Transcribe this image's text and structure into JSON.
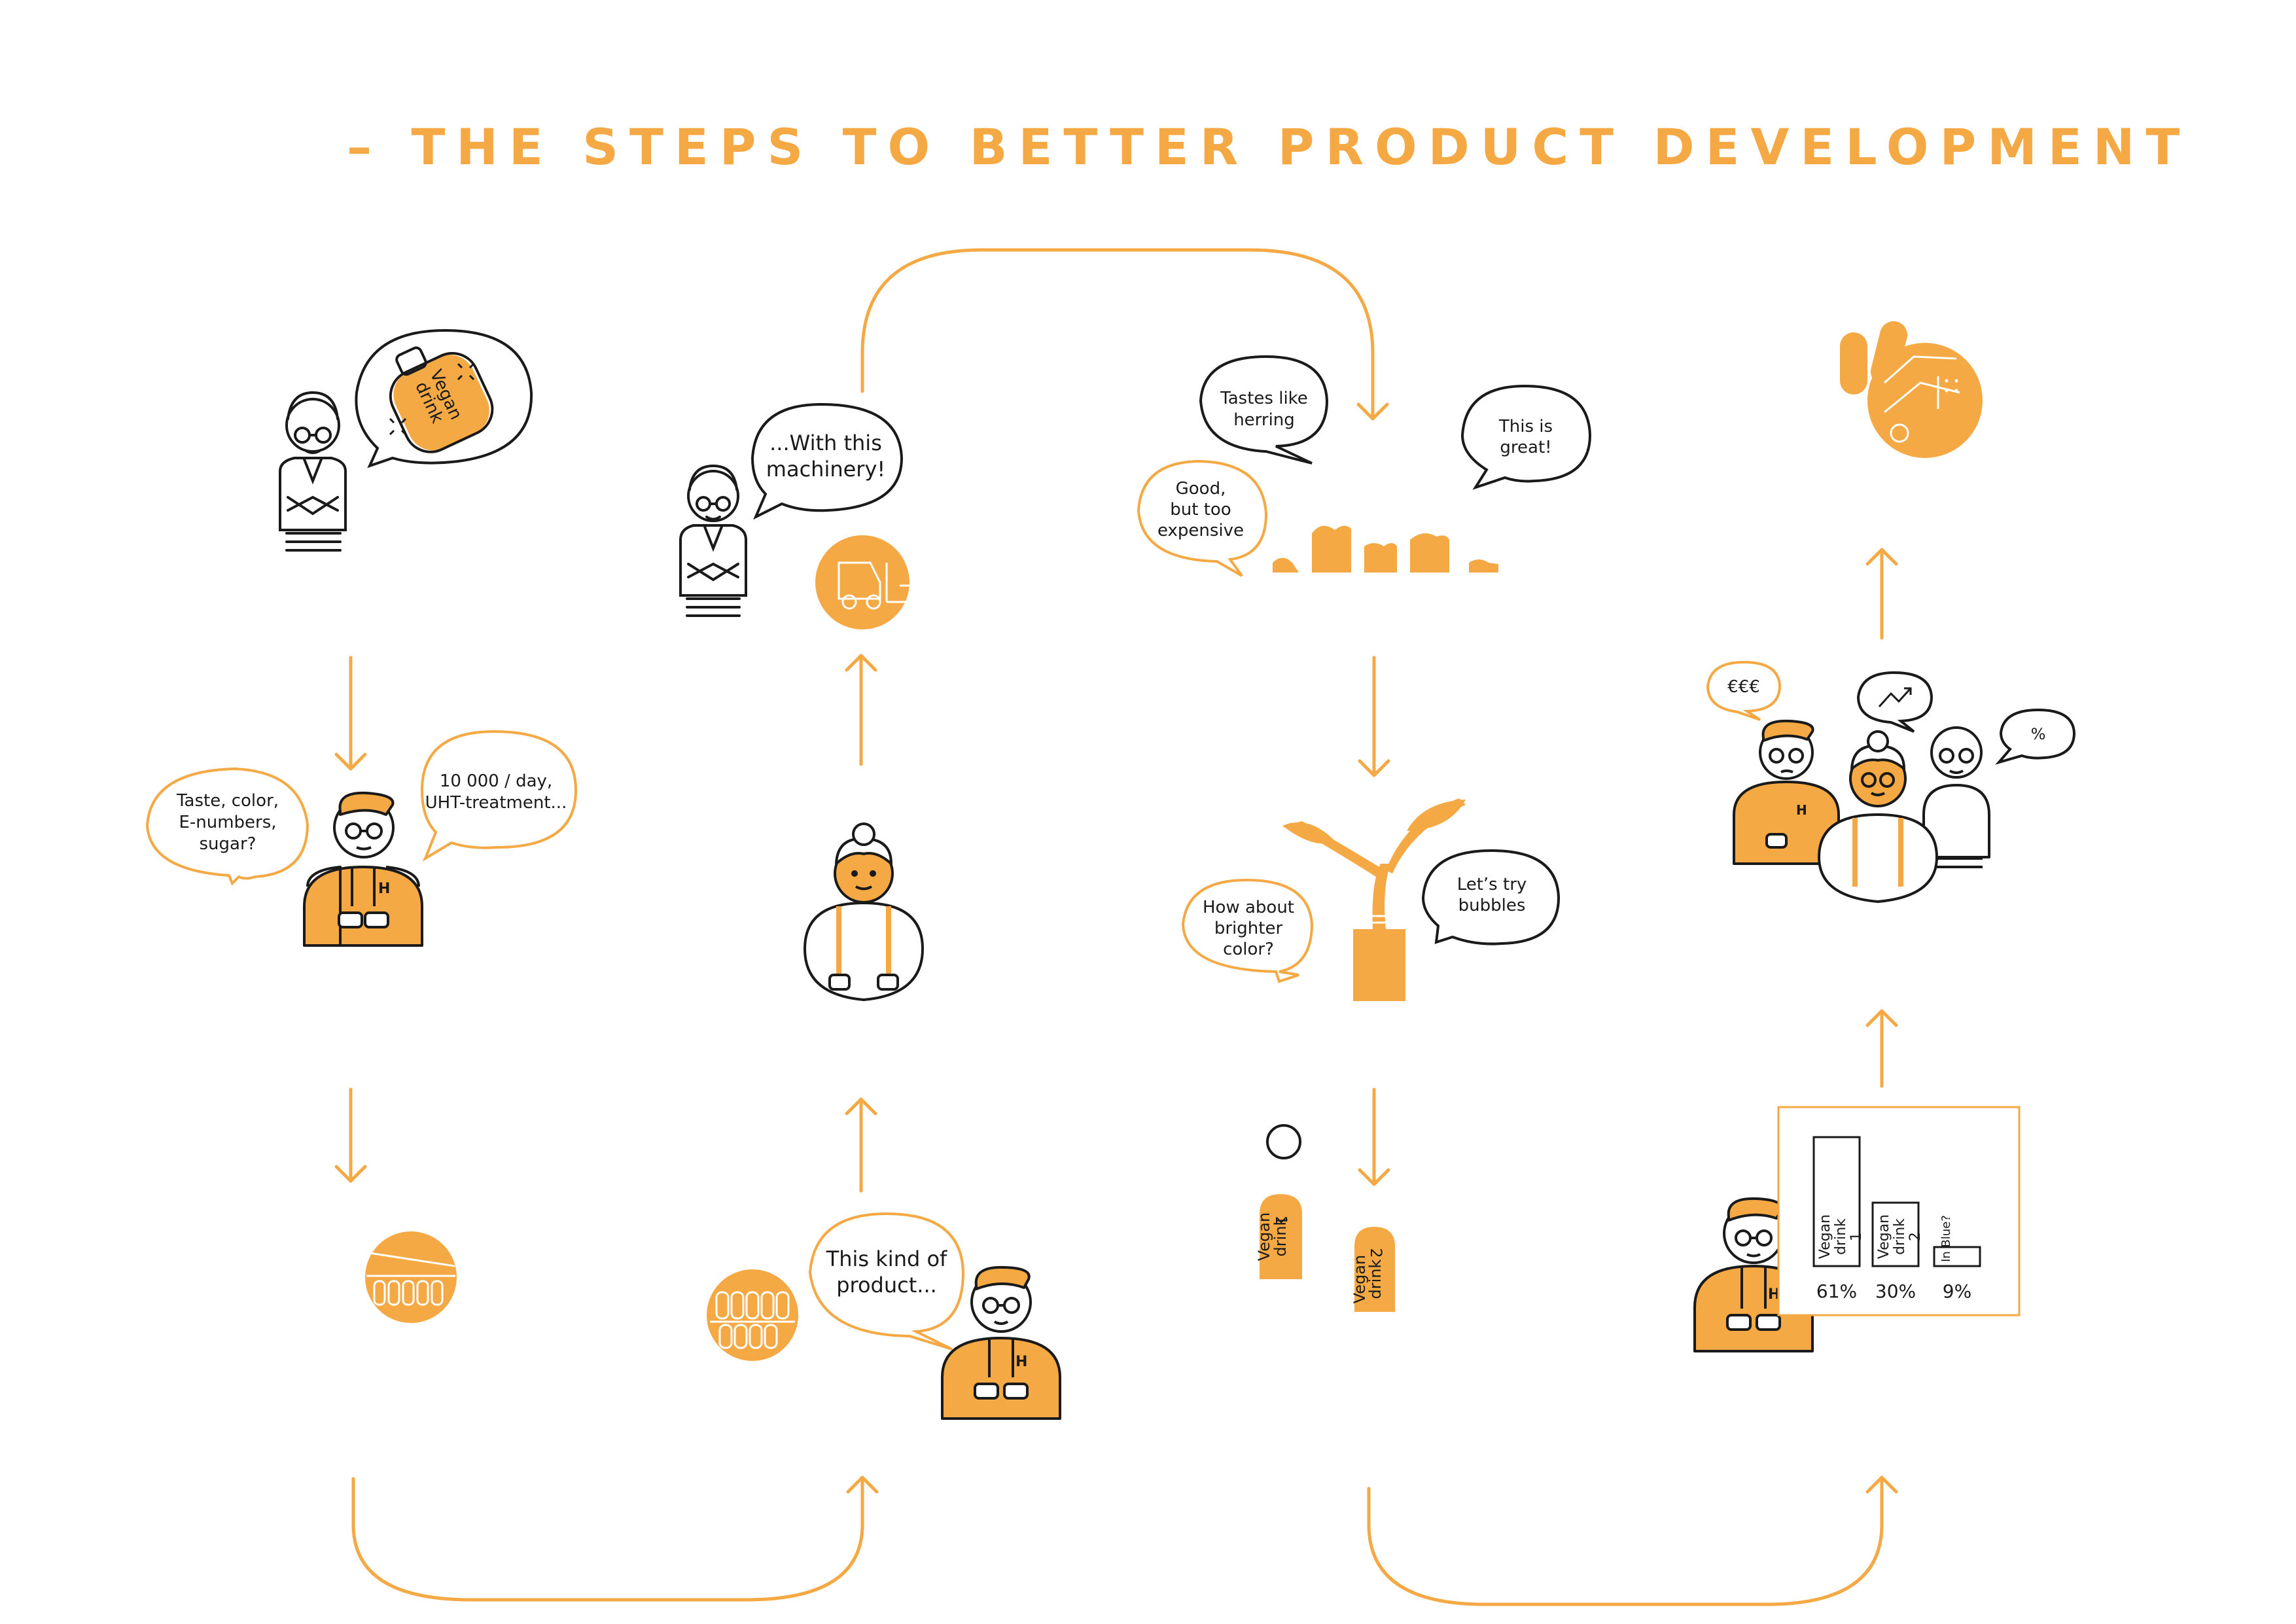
{
  "title": "– THE STEPS TO BETTER PRODUCT DEVELOPMENT",
  "colors": {
    "accent": "#F5A944",
    "ink": "#1a1a1a",
    "paper": "#ffffff"
  },
  "bubbles": {
    "vegan_bottle": [
      "Vegan",
      "drink"
    ],
    "machinery": [
      "...With this",
      "machinery!"
    ],
    "taste": [
      "Taste, color,",
      "E-numbers,",
      "sugar?"
    ],
    "uht": [
      "10 000 / day,",
      "UHT-treatment..."
    ],
    "this_kind": [
      "This kind of",
      "product..."
    ],
    "herring": [
      "Tastes like",
      "herring"
    ],
    "great": [
      "This is",
      "great!"
    ],
    "expensive": [
      "Good,",
      "but too",
      "expensive"
    ],
    "brighter": [
      "How about",
      "brighter",
      "color?"
    ],
    "bubbles_q": [
      "Let’s try",
      "bubbles"
    ],
    "euro": "€€€",
    "percent": "%"
  },
  "samples": {
    "sample1": [
      "Vegan",
      "drink",
      "1"
    ],
    "sample2": [
      "Vegan",
      "drink",
      "2"
    ]
  },
  "chart_data": {
    "type": "bar",
    "categories": [
      "Vegan drink 1",
      "Vegan drink 2",
      "In Blue?"
    ],
    "values": [
      61,
      30,
      9
    ],
    "value_labels": [
      "61%",
      "30%",
      "9%"
    ],
    "cat_lines": [
      [
        "Vegan",
        "drink",
        "1"
      ],
      [
        "Vegan",
        "drink",
        "2"
      ],
      [
        "In Blue?"
      ]
    ],
    "ylim": [
      0,
      65
    ]
  }
}
